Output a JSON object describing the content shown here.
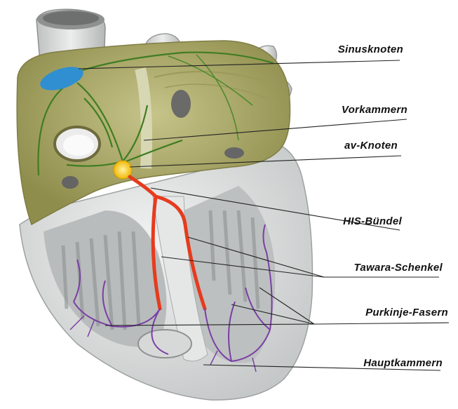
{
  "labels": {
    "sinusknoten": "Sinusknoten",
    "vorkammern": "Vorkammern",
    "av_knoten": "av-Knoten",
    "his_buendel": "HIS-Bündel",
    "tawara_schenkel": "Tawara-Schenkel",
    "purkinje_fasern": "Purkinje-Fasern",
    "hauptkammern": "Hauptkammern"
  },
  "colors": {
    "atrium_wall": "#b9b77a",
    "atrium_inner": "#a7a65f",
    "ventricle_wall": "#e4e6e6",
    "ventricle_inner": "#c9cccc",
    "vessel": "#d7d9d9",
    "sinus_node": "#2f8fd0",
    "av_node": "#f5c518",
    "his_bundle": "#e63b1e",
    "purkinje": "#7a3fa5",
    "conduction_green": "#3f7d22",
    "leader_line": "#222222"
  }
}
